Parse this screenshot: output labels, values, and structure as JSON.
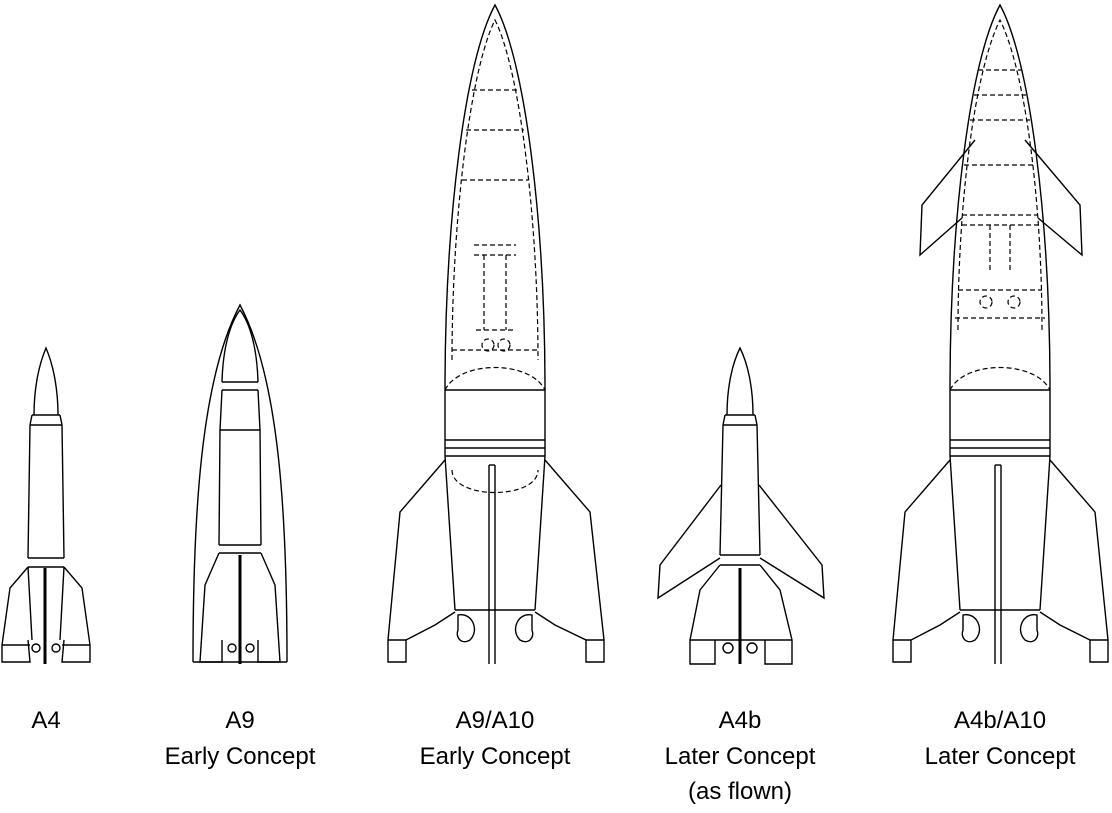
{
  "rockets": [
    {
      "id": "a4",
      "lines": [
        "A4"
      ]
    },
    {
      "id": "a9",
      "lines": [
        "A9",
        "Early Concept"
      ]
    },
    {
      "id": "a9a10",
      "lines": [
        "A9/A10",
        "Early Concept"
      ]
    },
    {
      "id": "a4b",
      "lines": [
        "A4b",
        "Later Concept",
        "(as flown)"
      ]
    },
    {
      "id": "a4ba10",
      "lines": [
        "A4b/A10",
        "Later Concept"
      ]
    }
  ],
  "colors": {
    "line": "#000000",
    "background": "#ffffff"
  }
}
